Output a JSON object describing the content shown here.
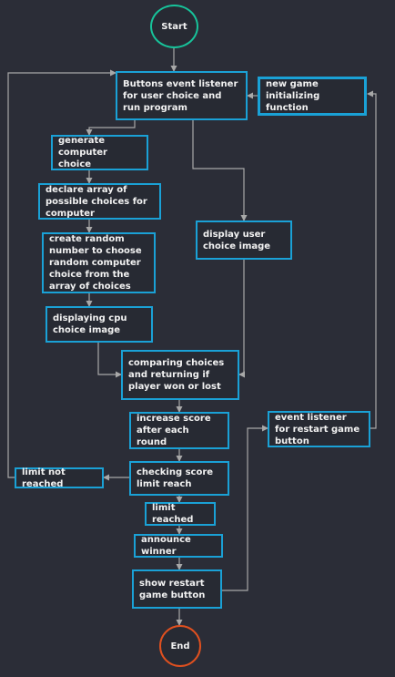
{
  "colors": {
    "background": "#2b2d37",
    "node_border": "#1aa1d6",
    "start_border": "#17c39a",
    "end_border": "#e0501f",
    "edge": "#a8a8a8",
    "text": "#f2f2f2"
  },
  "start": "Start",
  "end": "End",
  "nodes": {
    "listener": "Buttons event listener for user choice and run program",
    "init": "new game initializing function",
    "gen_cpu": "generate computer choice",
    "declare_array": "declare array of possible choices for computer",
    "random_number": "create random number to choose random computer choice from the array of choices",
    "display_cpu": "displaying cpu choice image",
    "display_user": "display user choice image",
    "compare": "comparing choices and returning if player won or lost",
    "increase_score": "increase score after each round",
    "check_limit": "checking score limit reach",
    "limit_not_reached": "limit not reached",
    "limit_reached": "limit reached",
    "announce": "announce winner",
    "restart_listener": "event listener for restart game button",
    "show_restart": "show restart game button"
  }
}
